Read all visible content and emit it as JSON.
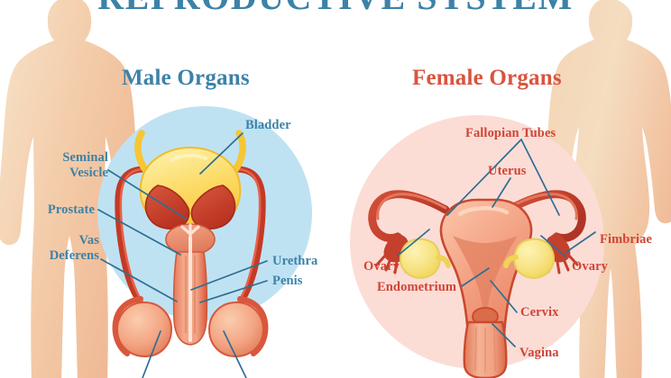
{
  "title": "REPRODUCTIVE SYSTEM",
  "sections": {
    "male": {
      "heading": "Male Organs",
      "accent": "#3c82a8",
      "circle_color": "#bfe2f2",
      "labels": [
        {
          "name": "bladder",
          "text": "Bladder"
        },
        {
          "name": "seminal-vesicle",
          "text": "Seminal\nVesicle"
        },
        {
          "name": "prostate",
          "text": "Prostate"
        },
        {
          "name": "vas-deferens",
          "text": "Vas\nDeferens"
        },
        {
          "name": "urethra",
          "text": "Urethra"
        },
        {
          "name": "penis",
          "text": "Penis"
        }
      ],
      "label_text": {
        "bladder": "Bladder",
        "seminal_vesicle_line1": "Seminal",
        "seminal_vesicle_line2": "Vesicle",
        "prostate": "Prostate",
        "vas_deferens_line1": "Vas",
        "vas_deferens_line2": "Deferens",
        "urethra": "Urethra",
        "penis": "Penis"
      }
    },
    "female": {
      "heading": "Female Organs",
      "accent": "#cf4436",
      "circle_color": "#fbddd6",
      "label_text": {
        "fallopian_tubes": "Fallopian Tubes",
        "uterus": "Uterus",
        "fimbriae": "Fimbriae",
        "ovary_left": "Ovary",
        "ovary_right": "Ovary",
        "endometrium": "Endometrium",
        "cervix": "Cervix",
        "vagina": "Vagina"
      }
    }
  },
  "colors": {
    "title_blue": "#3c82a8",
    "title_red": "#d9543f",
    "label_blue": "#3c82a8",
    "label_red": "#cf4436",
    "leader_line": "#2f6e93",
    "skin_light": "#f6dfc4",
    "skin_mid": "#f3c9a6",
    "skin_deep": "#f0b894",
    "bladder_yellow": "#fbd24e",
    "organ_red": "#c8412f",
    "organ_mid": "#e0644b",
    "organ_pink": "#f09b7d",
    "ovary_yellow": "#f7e07a"
  }
}
